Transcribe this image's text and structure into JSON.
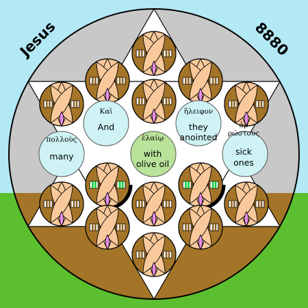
{
  "header": {
    "title_left": "Jesus",
    "title_right": "8880"
  },
  "colors": {
    "sky": "#b3e8f5",
    "grass": "#5cbf2f",
    "gray_disc": "#c8c8c8",
    "star": "#ffffff",
    "brown": "#a47428",
    "face": "#f9c99b",
    "petal_pink": "#e98fe9",
    "olive_green": "#00cc33",
    "highlight_cyan": "#cff3f5",
    "highlight_green": "#b9e29a"
  },
  "words": [
    {
      "id": "kai",
      "greek": "Καὶ",
      "english": [
        "And"
      ],
      "highlight": "cyan"
    },
    {
      "id": "eleiphon",
      "greek": "ἤλειφον",
      "english": [
        "they",
        "anointed"
      ],
      "highlight": "cyan"
    },
    {
      "id": "pollous",
      "greek": "πολλοὺς",
      "english": [
        "many"
      ],
      "highlight": "cyan"
    },
    {
      "id": "elaio",
      "greek": "ἐλαίῳ",
      "english": [
        "with",
        "olive oil"
      ],
      "highlight": "green"
    },
    {
      "id": "arrostous",
      "greek_lines": [
        "ἀρ",
        "ρώστους"
      ],
      "english": [
        "sick",
        "ones"
      ],
      "highlight": "cyan"
    }
  ]
}
